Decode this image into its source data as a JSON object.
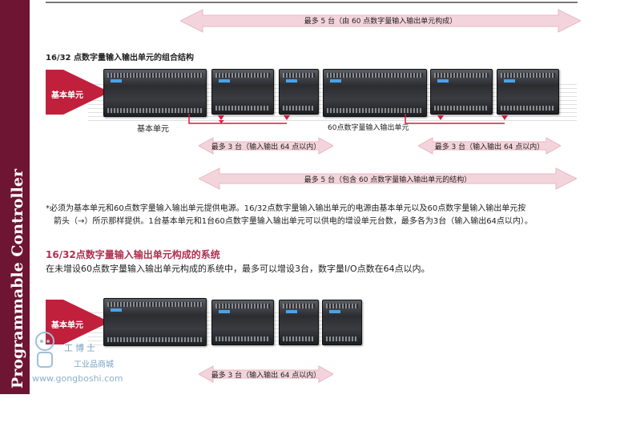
{
  "sidebar": {
    "text": "Programmable Controller"
  },
  "top_arrow": {
    "label": "最多 5 台（由 60 点数字量输入输出单元构成）"
  },
  "section1": {
    "heading": "16/32 点数字量输入输出单元的组合结构",
    "basic_unit_tag": "基本单元",
    "basic_unit_caption": "基本单元",
    "unit60_caption": "60点数字量输入输出单元",
    "left_span_label": "最多 3 台（输入输出 64 点以内）",
    "right_span_label": "最多 3 台（输入输出 64 点以内）",
    "total_span_label": "最多 5 台（包含 60 点数字量输入输出单元的结构）"
  },
  "note": {
    "line1": "*必须为基本单元和60点数字量输入输出单元提供电源。16/32点数字量输入输出单元的电源由基本单元以及60点数字量输入输出单元按",
    "line2": "箭头（→）所示那样提供。1台基本单元和1台60点数字量输入输出单元可以供电的增设单元台数，最多各为3台（输入输出64点以内）。"
  },
  "section2": {
    "title": "16/32点数字量输入输出单元构成的系统",
    "description": "在未增设60点数字量输入输出单元构成的系统中，最多可以增设3台，数字量I/O点数在64点以内。",
    "basic_unit_tag": "基本单元",
    "span_label": "最多 3 台（输入输出 64 点以内）"
  },
  "watermark": {
    "brand": "工博士",
    "sub": "工业品商城",
    "url": "www.gongboshi.com"
  },
  "colors": {
    "sidebar": "#6e1533",
    "accent_red": "#c0203c",
    "arrow_fill": "#f3d4dc"
  }
}
